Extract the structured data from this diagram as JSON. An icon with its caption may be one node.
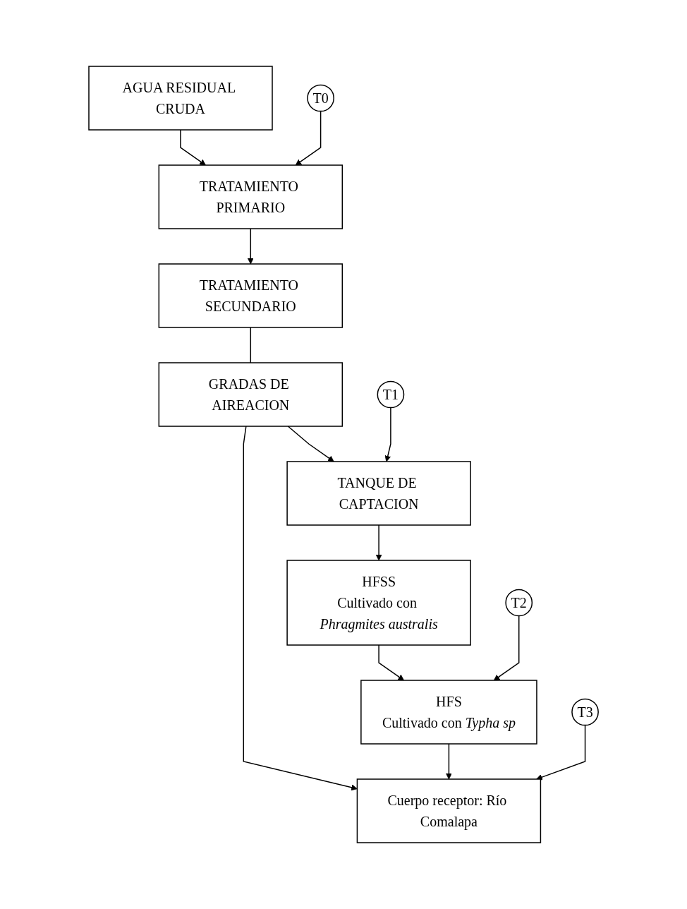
{
  "diagram": {
    "nodes": [
      {
        "text": [
          "AGUA RESIDUAL CRUDA"
        ]
      },
      {
        "text": [
          "T0"
        ]
      },
      {
        "text": [
          "TRATAMIENTO PRIMARIO"
        ]
      },
      {
        "text": [
          "TRATAMIENTO SECUNDARIO"
        ]
      },
      {
        "text": [
          "GRADAS DE AIREACION"
        ]
      },
      {
        "text": [
          "T1"
        ]
      },
      {
        "text": [
          "TANQUE DE CAPTACION"
        ]
      },
      {
        "text": [
          "HFSS",
          "Cultivado con *Phragmites australis*"
        ]
      },
      {
        "text": [
          "T2"
        ]
      },
      {
        "text": [
          "HFS",
          "Cultivado con *Typha sp*"
        ]
      },
      {
        "text": [
          "T3"
        ]
      },
      {
        "text": [
          "Cuerpo receptor: Río Comalapa"
        ]
      }
    ],
    "edges": [
      {
        "from": 0,
        "to": 2,
        "arrow": "to"
      },
      {
        "from": 1,
        "to": 2,
        "arrow": "to"
      },
      {
        "from": 2,
        "to": 3,
        "arrow": "to"
      },
      {
        "from": 3,
        "to": 4,
        "arrow": "none"
      },
      {
        "from": 4,
        "to": 6,
        "arrow": "to"
      },
      {
        "from": 4,
        "to": 11,
        "arrow": "to"
      },
      {
        "from": 5,
        "to": 6,
        "arrow": "to"
      },
      {
        "from": 6,
        "to": 7,
        "arrow": "to"
      },
      {
        "from": 7,
        "to": 9,
        "arrow": "to"
      },
      {
        "from": 8,
        "to": 9,
        "arrow": "to"
      },
      {
        "from": 9,
        "to": 11,
        "arrow": "to"
      },
      {
        "from": 10,
        "to": 11,
        "arrow": "to"
      }
    ]
  }
}
